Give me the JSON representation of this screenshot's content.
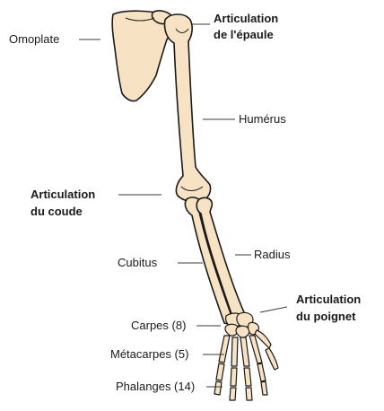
{
  "labels": {
    "omoplate": "Omoplate",
    "shoulder_line1": "Articulation",
    "shoulder_line2": "de l'épaule",
    "humerus": "Humérus",
    "elbow_line1": "Articulation",
    "elbow_line2": "du coude",
    "cubitus": "Cubitus",
    "radius": "Radius",
    "wrist_line1": "Articulation",
    "wrist_line2": "du poignet",
    "carpes": "Carpes (8)",
    "metacarpes": "Métacarpes (5)",
    "phalanges": "Phalanges (14)"
  },
  "colors": {
    "bone_fill": "#f7e3c4",
    "outline": "#1a1a1a",
    "background": "#ffffff"
  }
}
